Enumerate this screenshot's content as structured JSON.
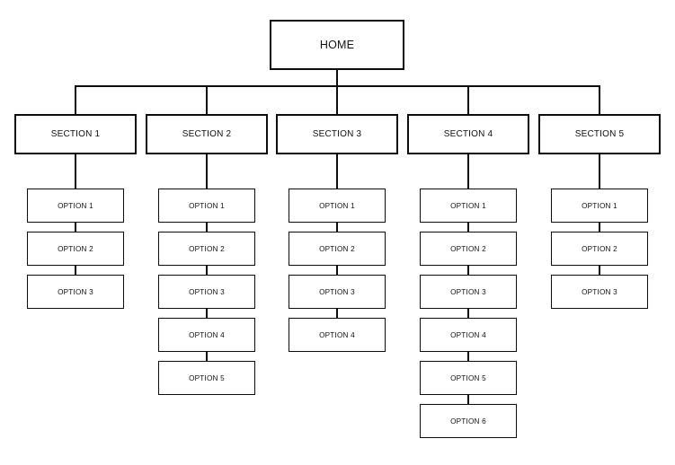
{
  "diagram": {
    "type": "sitemap-tree",
    "title": "",
    "root": {
      "label": "HOME"
    },
    "columns": [
      {
        "section": "SECTION 1",
        "options": [
          "OPTION 1",
          "OPTION 2",
          "OPTION 3"
        ]
      },
      {
        "section": "SECTION 2",
        "options": [
          "OPTION 1",
          "OPTION 2",
          "OPTION 3",
          "OPTION 4",
          "OPTION 5"
        ]
      },
      {
        "section": "SECTION 3",
        "options": [
          "OPTION 1",
          "OPTION 2",
          "OPTION 3",
          "OPTION 4"
        ]
      },
      {
        "section": "SECTION 4",
        "options": [
          "OPTION 1",
          "OPTION 2",
          "OPTION 3",
          "OPTION 4",
          "OPTION 5",
          "OPTION 6"
        ]
      },
      {
        "section": "SECTION 5",
        "options": [
          "OPTION 1",
          "OPTION 2",
          "OPTION 3"
        ]
      }
    ],
    "colors": {
      "stroke": "#0d0d0d",
      "fill": "#ffffff",
      "text": "#111111"
    }
  }
}
